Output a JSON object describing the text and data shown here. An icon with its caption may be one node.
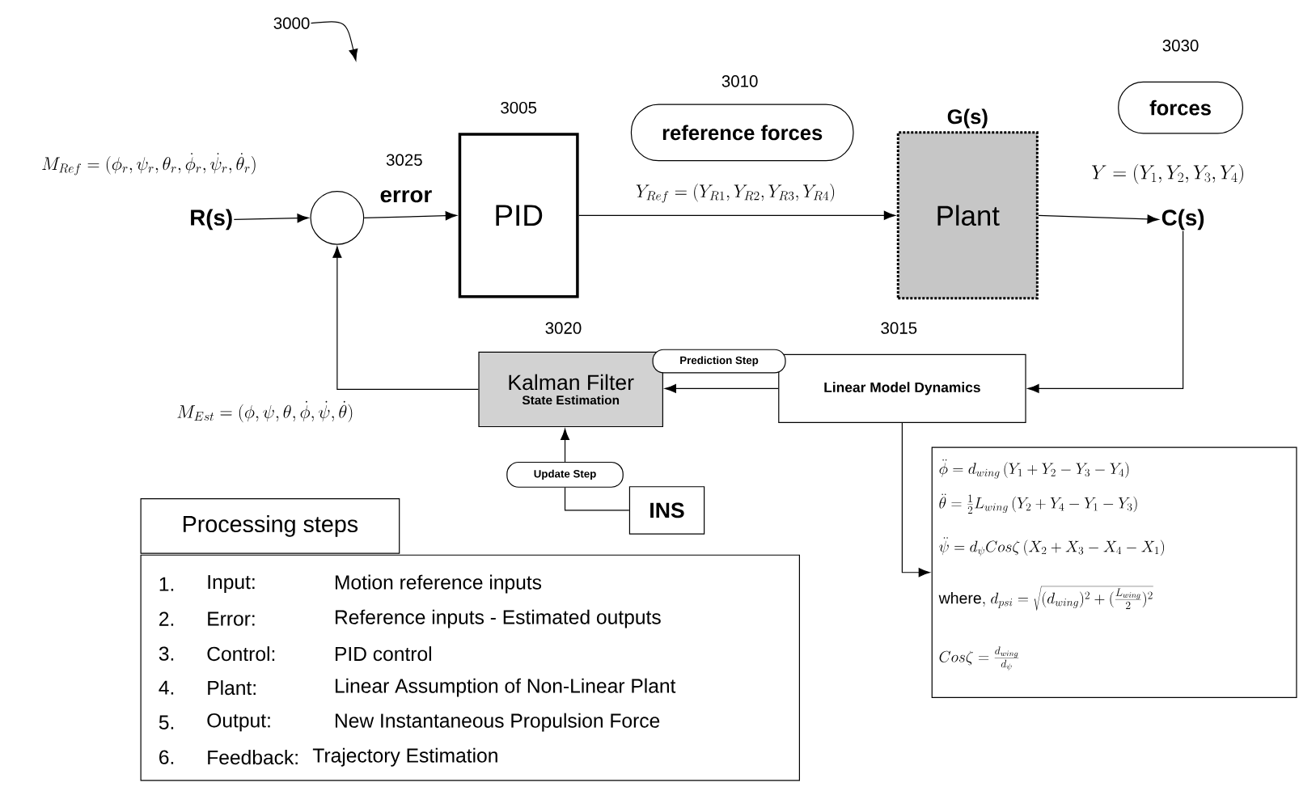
{
  "diagram": {
    "nodes": [
      {
        "text": [
          "3000"
        ]
      },
      {
        "text": [
          "R(s)"
        ]
      },
      {
        "text": [],
        "shape": "circle"
      },
      {
        "text": [
          "PID"
        ],
        "beside": [
          "3005"
        ]
      },
      {
        "text": [
          "reference forces"
        ],
        "beside": [
          "3010"
        ]
      },
      {
        "text": [
          "G(s)",
          "Plant"
        ]
      },
      {
        "text": [
          "forces"
        ],
        "beside": [
          "3030"
        ]
      },
      {
        "text": [
          "C(s)"
        ]
      },
      {
        "text": [
          "Kalman Filter",
          "State Estimation"
        ],
        "beside": [
          "3020"
        ]
      },
      {
        "text": [
          "Prediction Step"
        ]
      },
      {
        "text": [
          "Linear Model Dynamics"
        ],
        "beside": [
          "3015"
        ]
      },
      {
        "text": [
          "Update Step"
        ]
      },
      {
        "text": [
          "INS"
        ]
      },
      {
        "text": [
          "Processing steps"
        ]
      },
      {
        "text": [
          "1.",
          "Input:",
          "Motion reference inputs",
          "2.",
          "Error:",
          "Reference inputs - Estimated outputs",
          "3.",
          "Control:",
          "PID control",
          "4.",
          "Plant:",
          "Linear Assumption of Non-Linear Plant",
          "5.",
          "Output:",
          "New Instantaneous Propulsion Force",
          "6.",
          "Feedback:",
          "Trajectory Estimation"
        ]
      },
      {
        "text": [
          "\\ddot{\\phi}=d_{wing}\\,(Y_1+Y_2-Y_3-Y_4)",
          "\\ddot{\\theta}=\\frac{1}{2}L_{wing}\\,(Y_2+Y_4-Y_1-Y_3)",
          "\\ddot{\\psi}=d_{\\psi}Cos\\zeta\\,(X_2+X_3-X_4-X_1)",
          "\\mathrm{where,}\\ d_{psi}=\\sqrt{(d_{wing})^2+(\\frac{L_{wing}}{2})^2}",
          "Cos\\zeta=\\frac{d_{wing}}{d_{\\psi}}"
        ]
      }
    ],
    "edges": [
      {
        "from": 1,
        "to": 2,
        "arrow": "to"
      },
      {
        "from": 2,
        "to": 3,
        "arrow": "to",
        "label": "error"
      },
      {
        "from": 3,
        "to": 5,
        "arrow": "to",
        "label": "Y_{Ref}=(Y_{R1},Y_{R2},Y_{R3},Y_{R4})"
      },
      {
        "from": 5,
        "to": 7,
        "arrow": "to",
        "label": "Y=(Y_1,Y_2,Y_3,Y_4)"
      },
      {
        "from": 7,
        "to": 10,
        "arrow": "to"
      },
      {
        "from": 10,
        "to": 8,
        "arrow": "to"
      },
      {
        "from": 8,
        "to": 2,
        "arrow": "to"
      },
      {
        "from": 12,
        "to": 11,
        "arrow": "none"
      },
      {
        "from": 11,
        "to": 8,
        "arrow": "to"
      },
      {
        "from": 10,
        "to": 15,
        "arrow": "to"
      },
      {
        "from": 0,
        "to": null,
        "arrow": "to"
      }
    ],
    "labels": [
      "3025",
      "M_{Ref}=(\\phi_r,\\psi_r,\\theta_r,\\dot{\\phi}_r,\\dot{\\psi}_r,\\dot{\\theta}_r)",
      "M_{Est}=(\\phi,\\psi,\\theta,\\dot{\\phi},\\dot{\\psi},\\dot{\\theta})"
    ]
  }
}
